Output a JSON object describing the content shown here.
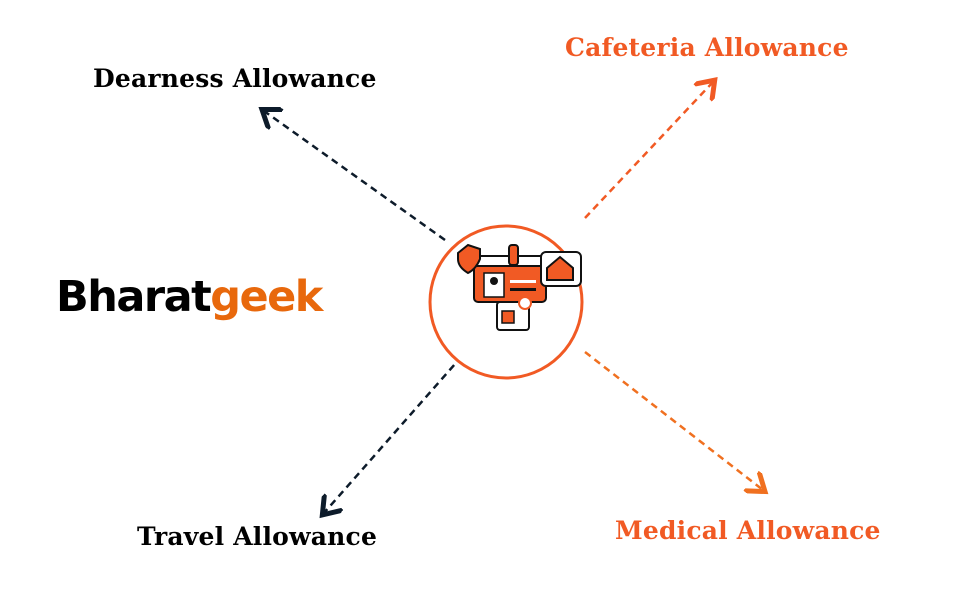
{
  "labels": {
    "dearness": "Dearness Allowance",
    "cafeteria": "Cafeteria Allowance",
    "travel": "Travel Allowance",
    "medical": "Medical Allowance"
  },
  "logo": {
    "part1": "Bharat",
    "part2": "geek"
  },
  "colors": {
    "orange": "#f15a24",
    "orange2": "#f07020",
    "dark": "#0d1b2a",
    "logo_orange": "#e8680c"
  },
  "center_icon": "allowance-benefits-icon"
}
